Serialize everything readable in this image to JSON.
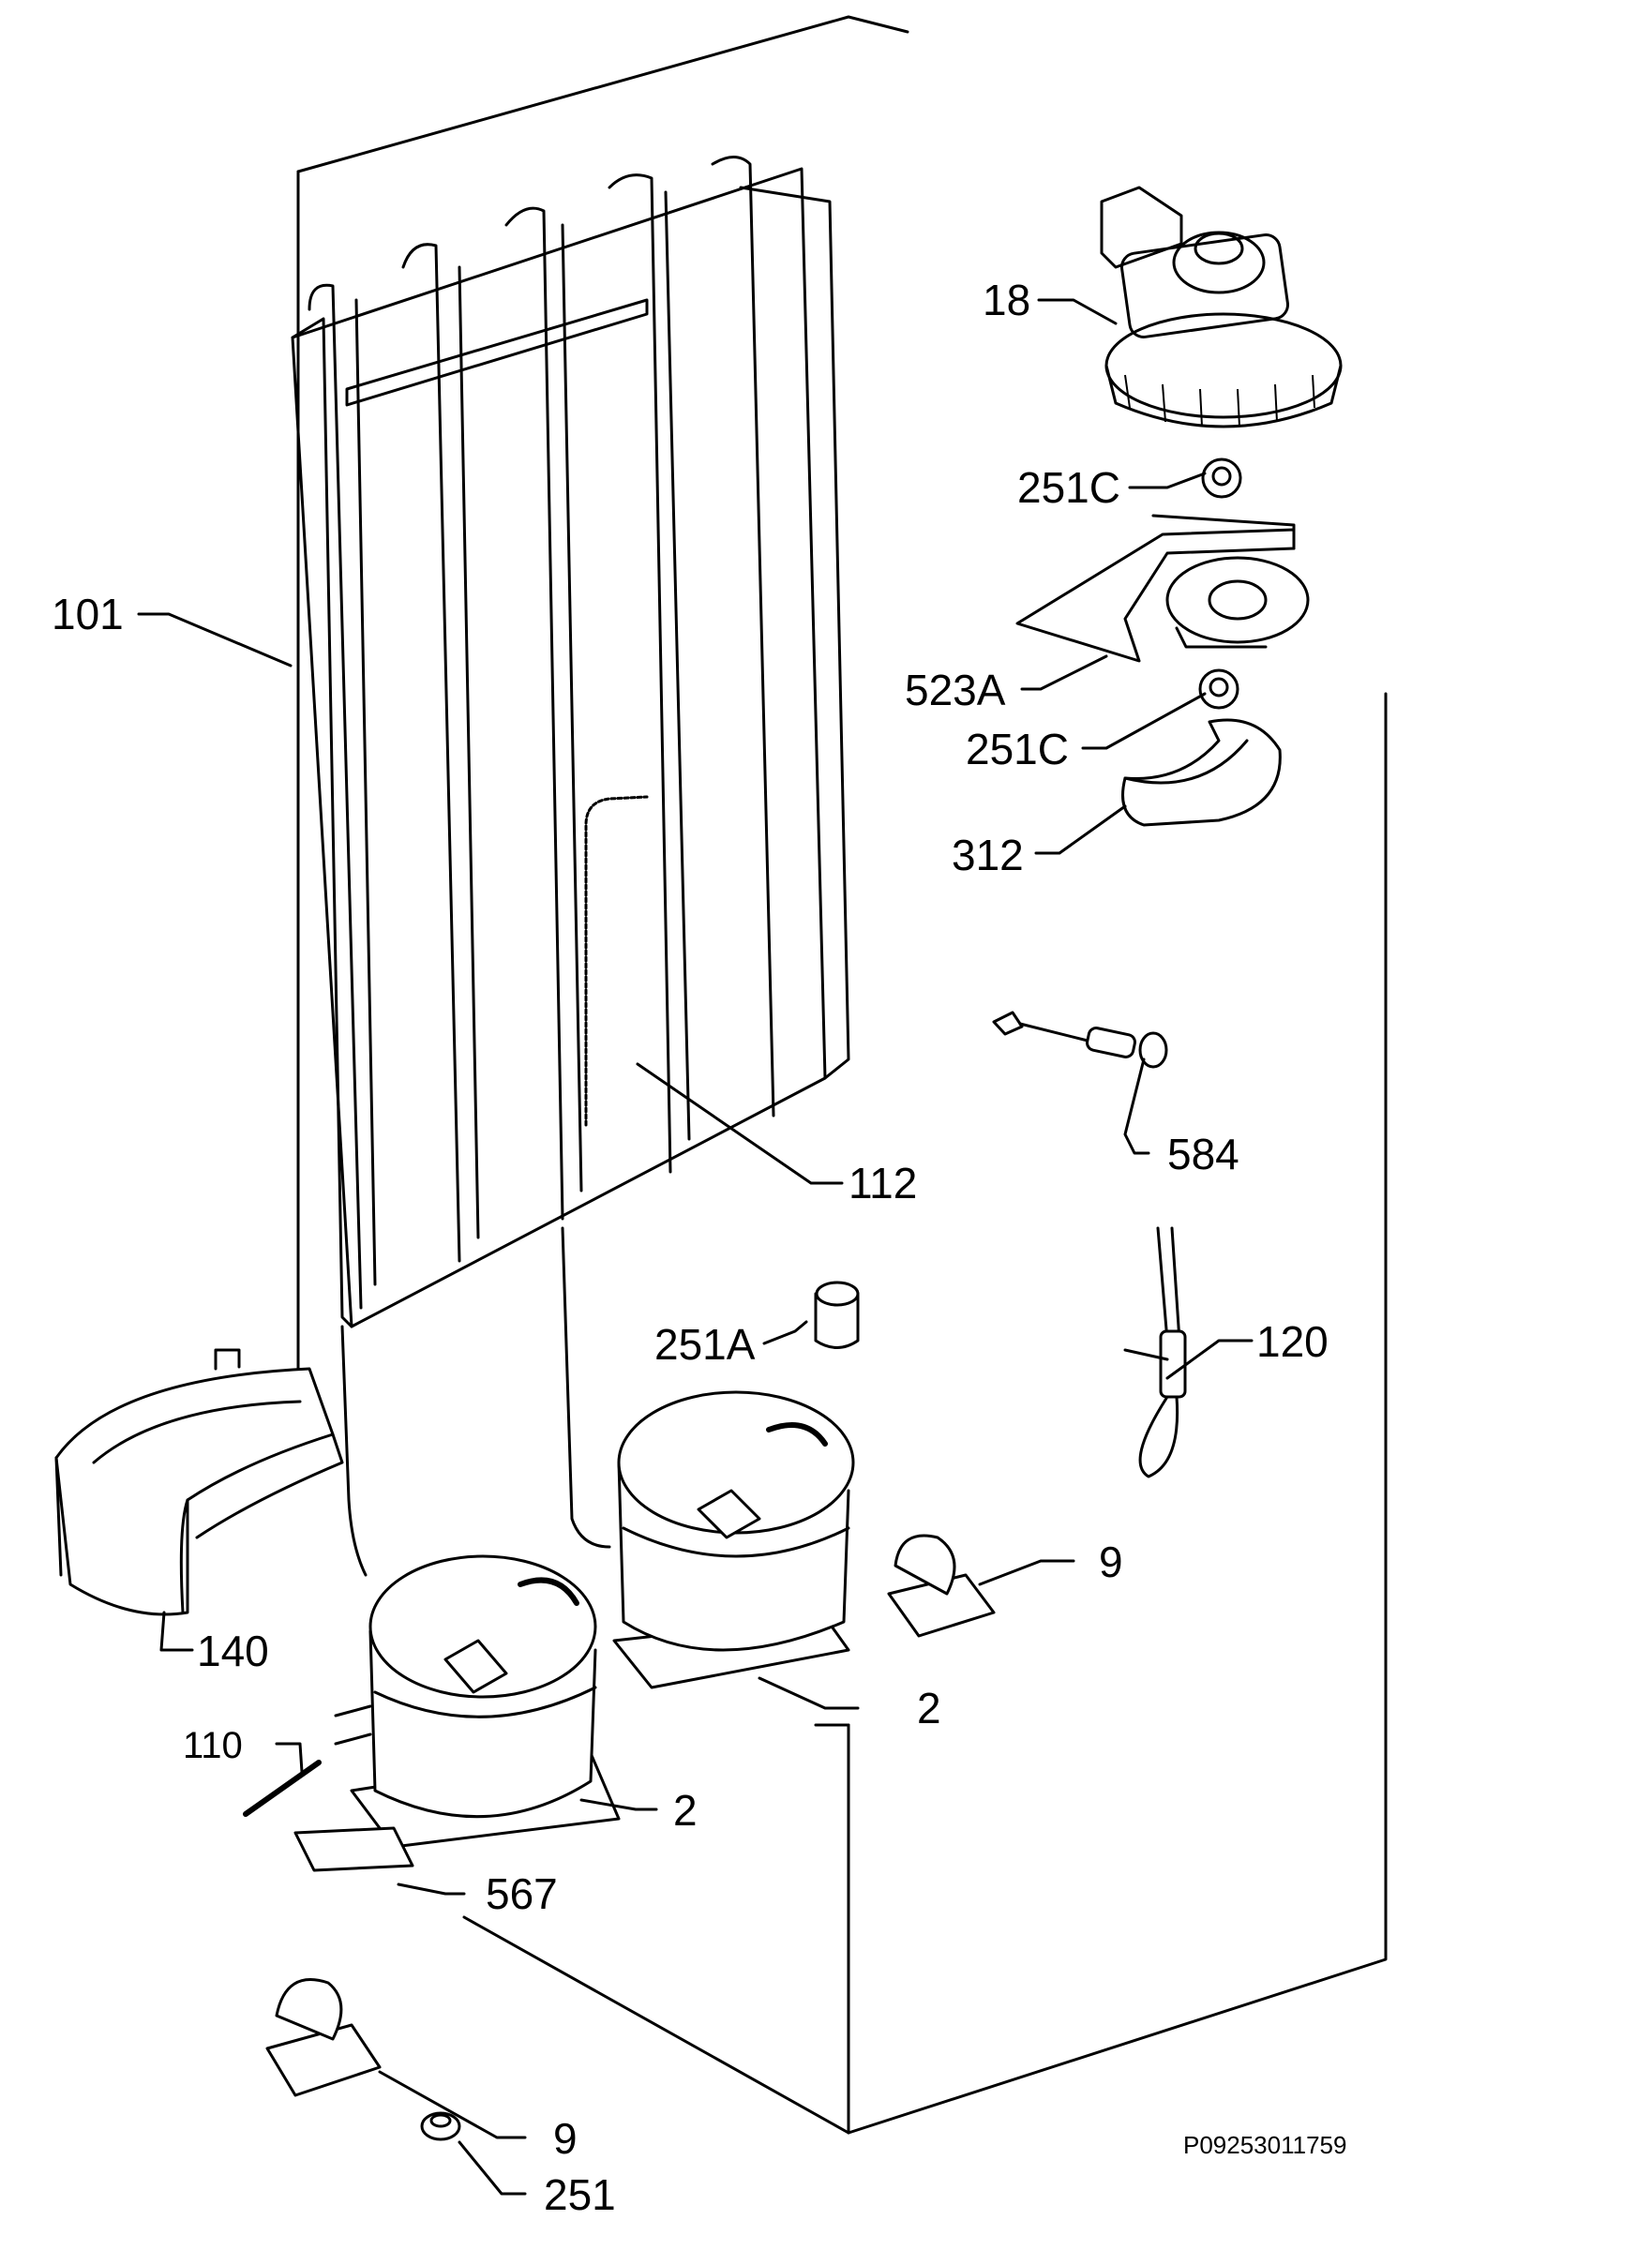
{
  "diagram": {
    "reference_code": "P09253011759",
    "callouts": {
      "p101": "101",
      "p18": "18",
      "p251c_top": "251C",
      "p523a": "523A",
      "p251c_mid": "251C",
      "p312": "312",
      "p584": "584",
      "p112": "112",
      "p120": "120",
      "p251a": "251A",
      "p9_right": "9",
      "p140": "140",
      "p2_upper": "2",
      "p110": "110",
      "p2_lower": "2",
      "p567": "567",
      "p9_bottom": "9",
      "p251": "251"
    }
  }
}
